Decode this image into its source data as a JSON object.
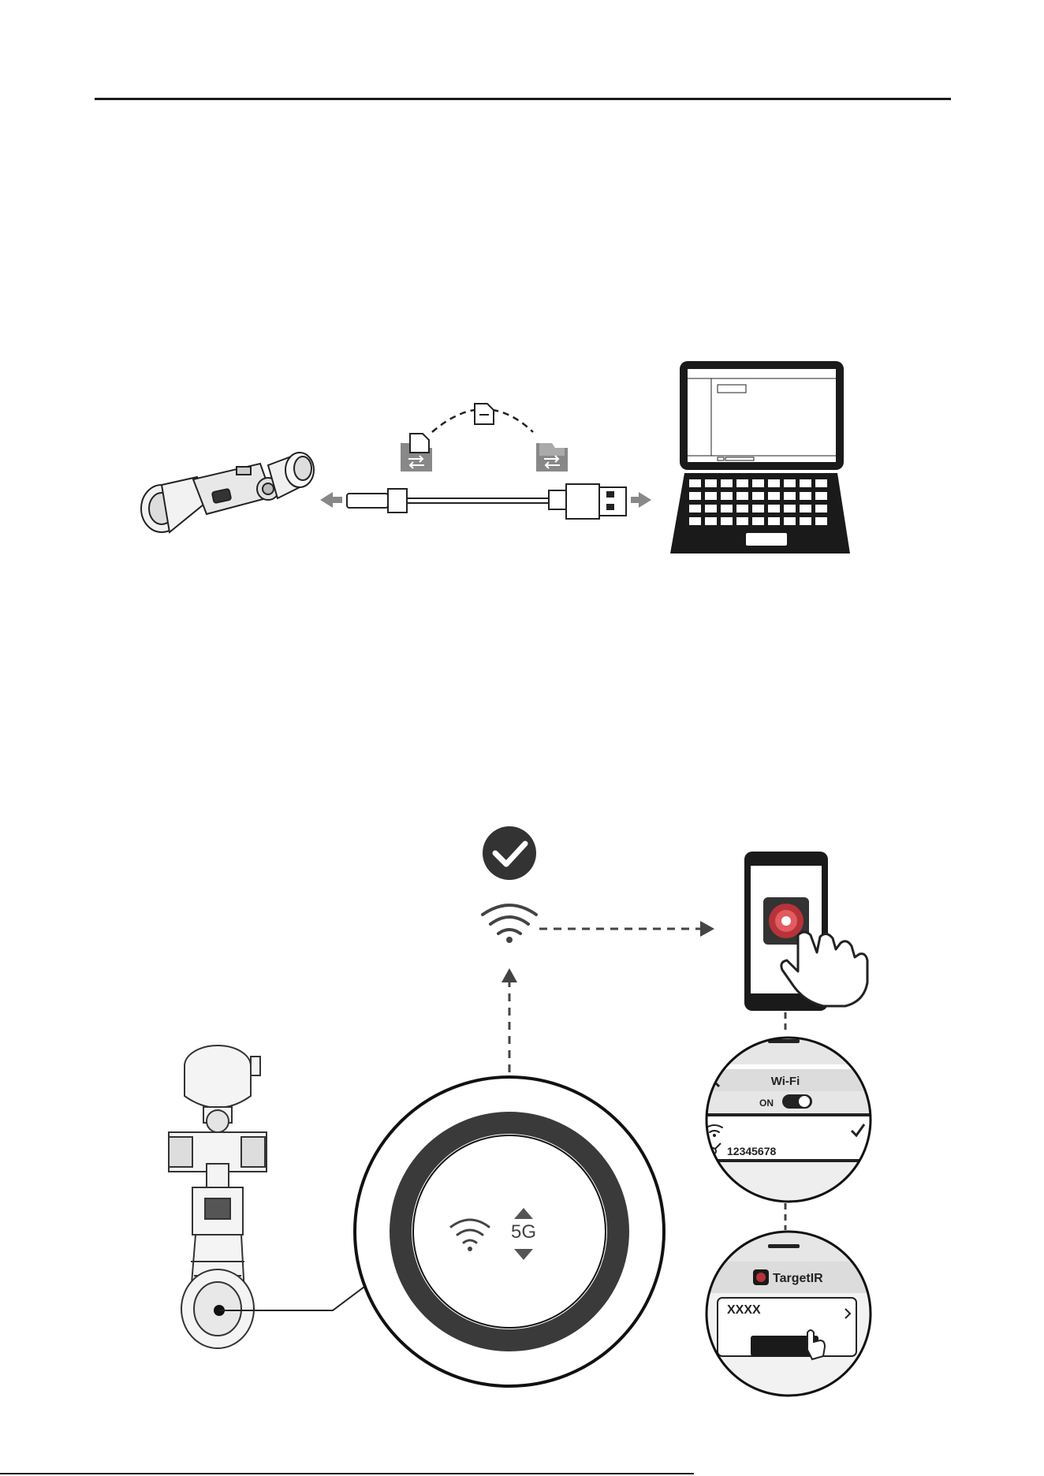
{
  "figure_usb": {
    "description_hidden": false
  },
  "figure_wifi": {
    "band_label": "5G",
    "phone_wifi_screen": {
      "title": "Wi-Fi",
      "toggle_label": "ON",
      "password": "12345678"
    },
    "phone_app_screen": {
      "app_name": "TargetIR",
      "device_name": "XXXX"
    }
  },
  "icons": [
    "scope-icon",
    "usb-cable-icon",
    "laptop-icon",
    "check-icon",
    "wifi-icon",
    "phone-icon",
    "hand-icon"
  ]
}
